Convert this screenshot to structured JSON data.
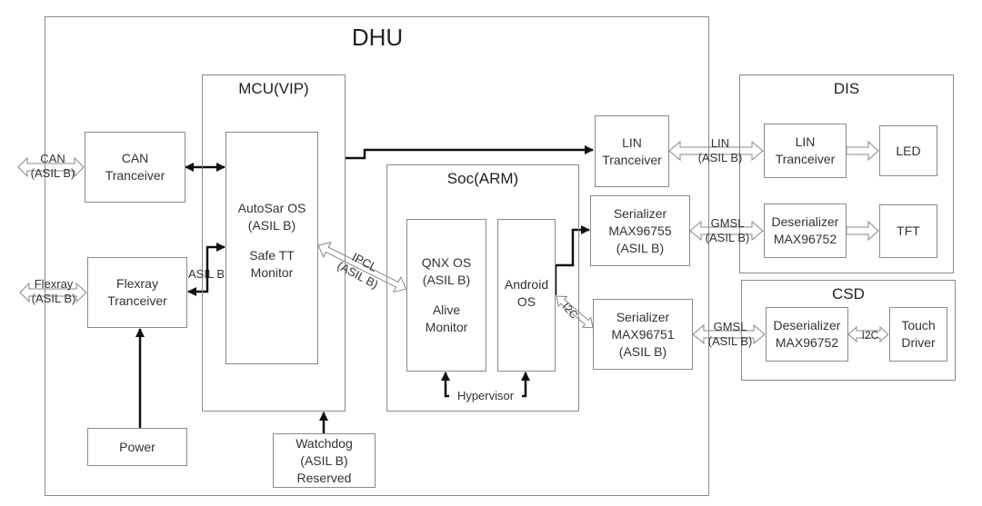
{
  "diagram": {
    "title": "DHU",
    "containers": {
      "dhu": {
        "title": "DHU"
      },
      "mcu": {
        "title": "MCU(VIP)"
      },
      "soc": {
        "title": "Soc(ARM)"
      },
      "dis": {
        "title": "DIS"
      },
      "csd": {
        "title": "CSD"
      }
    },
    "blocks": {
      "can_transceiver": {
        "line1": "CAN",
        "line2": "Tranceiver"
      },
      "flexray_transceiver": {
        "line1": "Flexray",
        "line2": "Tranceiver"
      },
      "power": {
        "line1": "Power"
      },
      "watchdog": {
        "line1": "Watchdog",
        "line2": "(ASIL B)",
        "line3": "Reserved"
      },
      "autosar": {
        "line1": "AutoSar OS",
        "line2": "(ASIL B)",
        "line3": "Safe TT",
        "line4": "Monitor"
      },
      "qnx": {
        "line1": "QNX OS",
        "line2": "(ASIL B)",
        "line3": "Alive",
        "line4": "Monitor"
      },
      "android": {
        "line1": "Android",
        "line2": "OS"
      },
      "lin_transceiver_dhu": {
        "line1": "LIN",
        "line2": "Tranceiver"
      },
      "serializer_96755": {
        "line1": "Serializer",
        "line2": "MAX96755",
        "line3": "(ASIL B)"
      },
      "serializer_96751": {
        "line1": "Serializer",
        "line2": "MAX96751",
        "line3": "(ASIL B)"
      },
      "lin_transceiver_dis": {
        "line1": "LIN",
        "line2": "Tranceiver"
      },
      "led": {
        "line1": "LED"
      },
      "deserializer_dis": {
        "line1": "Deserializer",
        "line2": "MAX96752"
      },
      "tft": {
        "line1": "TFT"
      },
      "deserializer_csd": {
        "line1": "Deserializer",
        "line2": "MAX96752"
      },
      "touch_driver": {
        "line1": "Touch",
        "line2": "Driver"
      }
    },
    "links": {
      "can_ext": {
        "line1": "CAN",
        "line2": "(ASIL B)"
      },
      "flexray_ext": {
        "line1": "Flexray",
        "line2": "(ASIL B)"
      },
      "flexray_mcu": {
        "label": "ASIL B"
      },
      "ipcl": {
        "line1": "IPCL",
        "line2": "(ASIL B)"
      },
      "i2c_android": {
        "label": "I2C"
      },
      "hypervisor": {
        "label": "Hypervisor"
      },
      "lin": {
        "line1": "LIN",
        "line2": "(ASIL B)"
      },
      "gmsl_dis": {
        "line1": "GMSL",
        "line2": "(ASIL B)"
      },
      "gmsl_csd": {
        "line1": "GMSL",
        "line2": "(ASIL B)"
      },
      "i2c_touch": {
        "label": "I2C"
      }
    },
    "colors": {
      "line": "#8a8a8a",
      "arrow": "#111111",
      "text": "#333333"
    }
  }
}
